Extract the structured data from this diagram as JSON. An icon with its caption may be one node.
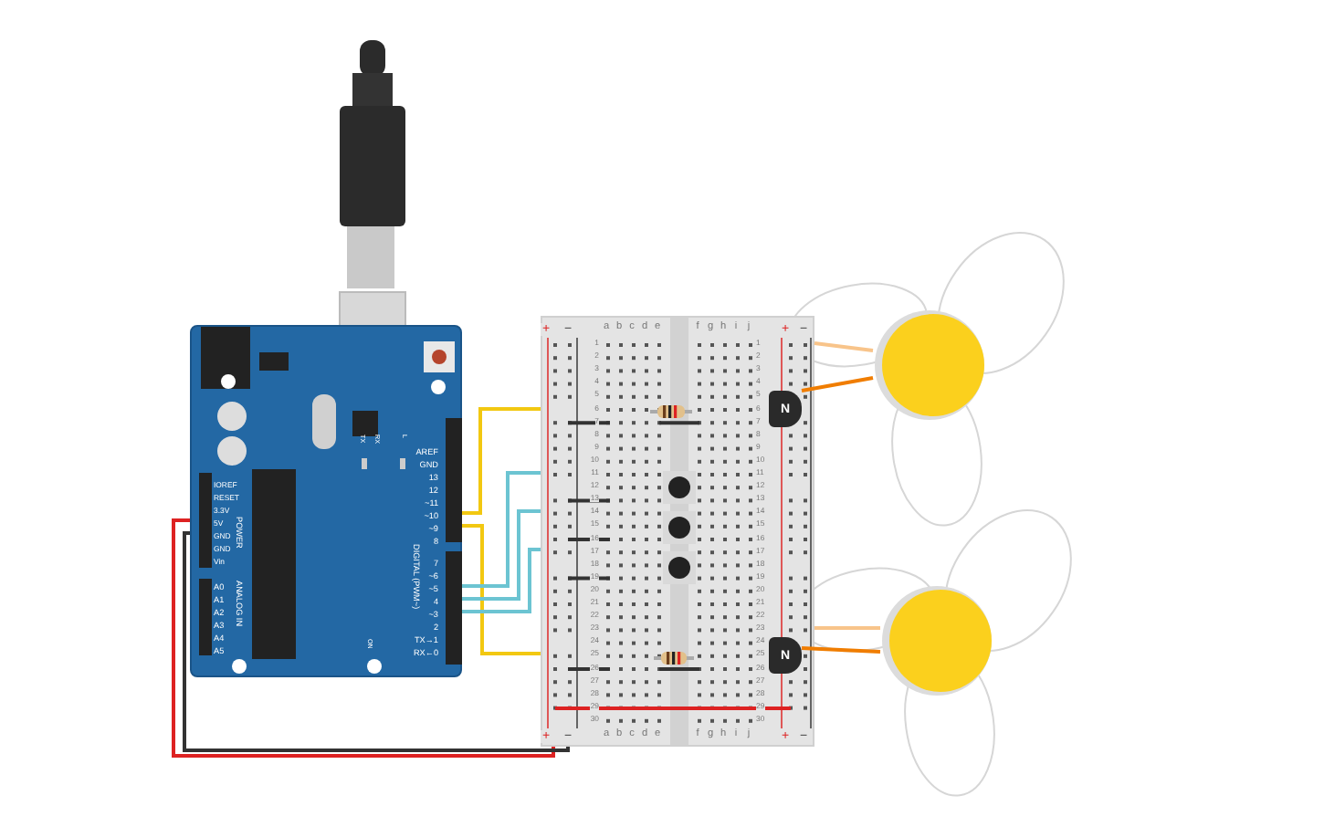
{
  "diagram": {
    "nodes": [
      {
        "text": [],
        "shape": "box"
      },
      {
        "text": [],
        "shape": "box"
      },
      {
        "text": [],
        "shape": "resistor",
        "in": 1
      },
      {
        "text": [
          "N"
        ],
        "in": 1
      },
      {
        "text": [],
        "shape": "button",
        "in": 1
      },
      {
        "text": [],
        "shape": "button",
        "in": 1
      },
      {
        "text": [],
        "shape": "button",
        "in": 1
      },
      {
        "text": [],
        "shape": "resistor",
        "in": 1
      },
      {
        "text": [
          "N"
        ],
        "in": 1
      },
      {
        "text": [],
        "shape": "circle"
      },
      {
        "text": [],
        "shape": "circle"
      }
    ],
    "edges": [
      {
        "from": 0,
        "to": 1,
        "arrow": "none",
        "color": "#f2c811"
      },
      {
        "from": 0,
        "to": 1,
        "arrow": "none",
        "color": "#f2c811"
      },
      {
        "from": 0,
        "to": 1,
        "arrow": "none",
        "color": "#6cc4d2"
      },
      {
        "from": 0,
        "to": 1,
        "arrow": "none",
        "color": "#6cc4d2"
      },
      {
        "from": 0,
        "to": 1,
        "arrow": "none",
        "color": "#6cc4d2"
      },
      {
        "from": 0,
        "to": 1,
        "arrow": "none",
        "color": "#dd2222"
      },
      {
        "from": 0,
        "to": 1,
        "arrow": "none",
        "color": "#333333"
      },
      {
        "from": 3,
        "to": 9,
        "arrow": "none",
        "color": "#f07d00"
      },
      {
        "from": 1,
        "to": 9,
        "arrow": "none",
        "color": "#f8c48a"
      },
      {
        "from": 8,
        "to": 10,
        "arrow": "none",
        "color": "#f07d00"
      },
      {
        "from": 1,
        "to": 10,
        "arrow": "none",
        "color": "#f8c48a"
      }
    ],
    "labels": [
      "AREF",
      "GND",
      "13",
      "12",
      "~11",
      "~10",
      "~9",
      "8",
      "7",
      "~6",
      "~5",
      "4",
      "~3",
      "2",
      "TX→1",
      "RX←0",
      "DIGITAL (PWM~)",
      "IOREF",
      "RESET",
      "3.3V",
      "5V",
      "GND",
      "GND",
      "Vin",
      "POWER",
      "A0",
      "A1",
      "A2",
      "A3",
      "A4",
      "A5",
      "ANALOG IN",
      "TX",
      "RX",
      "L",
      "ON",
      "+",
      "−",
      "a",
      "b",
      "c",
      "d",
      "e",
      "f",
      "g",
      "h",
      "i",
      "j",
      "+",
      "−",
      "1",
      "1",
      "2",
      "2",
      "3",
      "3",
      "4",
      "4",
      "5",
      "5",
      "6",
      "6",
      "7",
      "7",
      "8",
      "8",
      "9",
      "9",
      "10",
      "10",
      "11",
      "11",
      "12",
      "12",
      "13",
      "13",
      "14",
      "14",
      "15",
      "15",
      "16",
      "16",
      "17",
      "17",
      "18",
      "18",
      "19",
      "19",
      "20",
      "20",
      "21",
      "21",
      "22",
      "22",
      "23",
      "23",
      "24",
      "24",
      "25",
      "25",
      "26",
      "26",
      "27",
      "27",
      "28",
      "28",
      "29",
      "29",
      "30",
      "30",
      "+",
      "−",
      "a",
      "b",
      "c",
      "d",
      "e",
      "f",
      "g",
      "h",
      "i",
      "j",
      "+",
      "−"
    ]
  }
}
